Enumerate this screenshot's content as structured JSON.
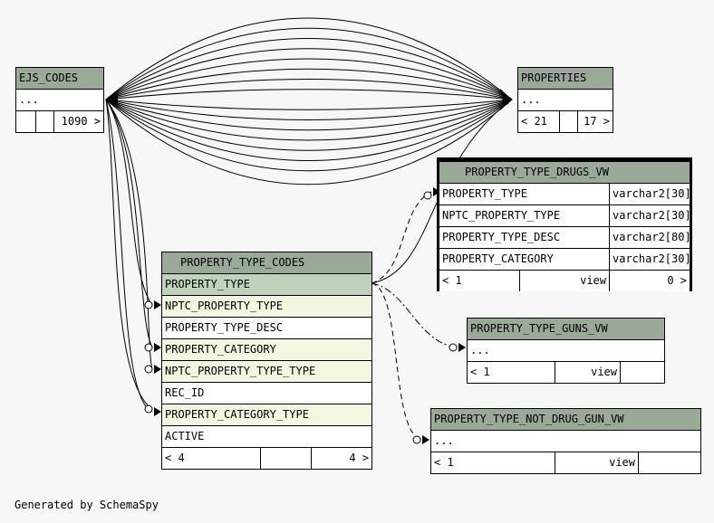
{
  "credit": "Generated by SchemaSpy",
  "tables": {
    "ejs_codes": {
      "name": "EJS_CODES",
      "ellipsis": "...",
      "children": "1090 >"
    },
    "properties": {
      "name": "PROPERTIES",
      "ellipsis": "...",
      "parents": "< 21",
      "children": "17 >"
    },
    "drugs_vw": {
      "name": "PROPERTY_TYPE_DRUGS_VW",
      "columns": [
        {
          "name": "PROPERTY_TYPE",
          "type": "varchar2[30]"
        },
        {
          "name": "NPTC_PROPERTY_TYPE",
          "type": "varchar2[30]"
        },
        {
          "name": "PROPERTY_TYPE_DESC",
          "type": "varchar2[80]"
        },
        {
          "name": "PROPERTY_CATEGORY",
          "type": "varchar2[30]"
        }
      ],
      "parents": "< 1",
      "kind": "view",
      "children": "0 >"
    },
    "codes": {
      "name": "PROPERTY_TYPE_CODES",
      "columns": [
        "PROPERTY_TYPE",
        "NPTC_PROPERTY_TYPE",
        "PROPERTY_TYPE_DESC",
        "PROPERTY_CATEGORY",
        "NPTC_PROPERTY_TYPE_TYPE",
        "REC_ID",
        "PROPERTY_CATEGORY_TYPE",
        "ACTIVE"
      ],
      "parents": "< 4",
      "children": "4 >"
    },
    "guns_vw": {
      "name": "PROPERTY_TYPE_GUNS_VW",
      "ellipsis": "...",
      "parents": "< 1",
      "kind": "view"
    },
    "not_drug_gun_vw": {
      "name": "PROPERTY_TYPE_NOT_DRUG_GUN_VW",
      "ellipsis": "...",
      "parents": "< 1",
      "kind": "view"
    }
  }
}
